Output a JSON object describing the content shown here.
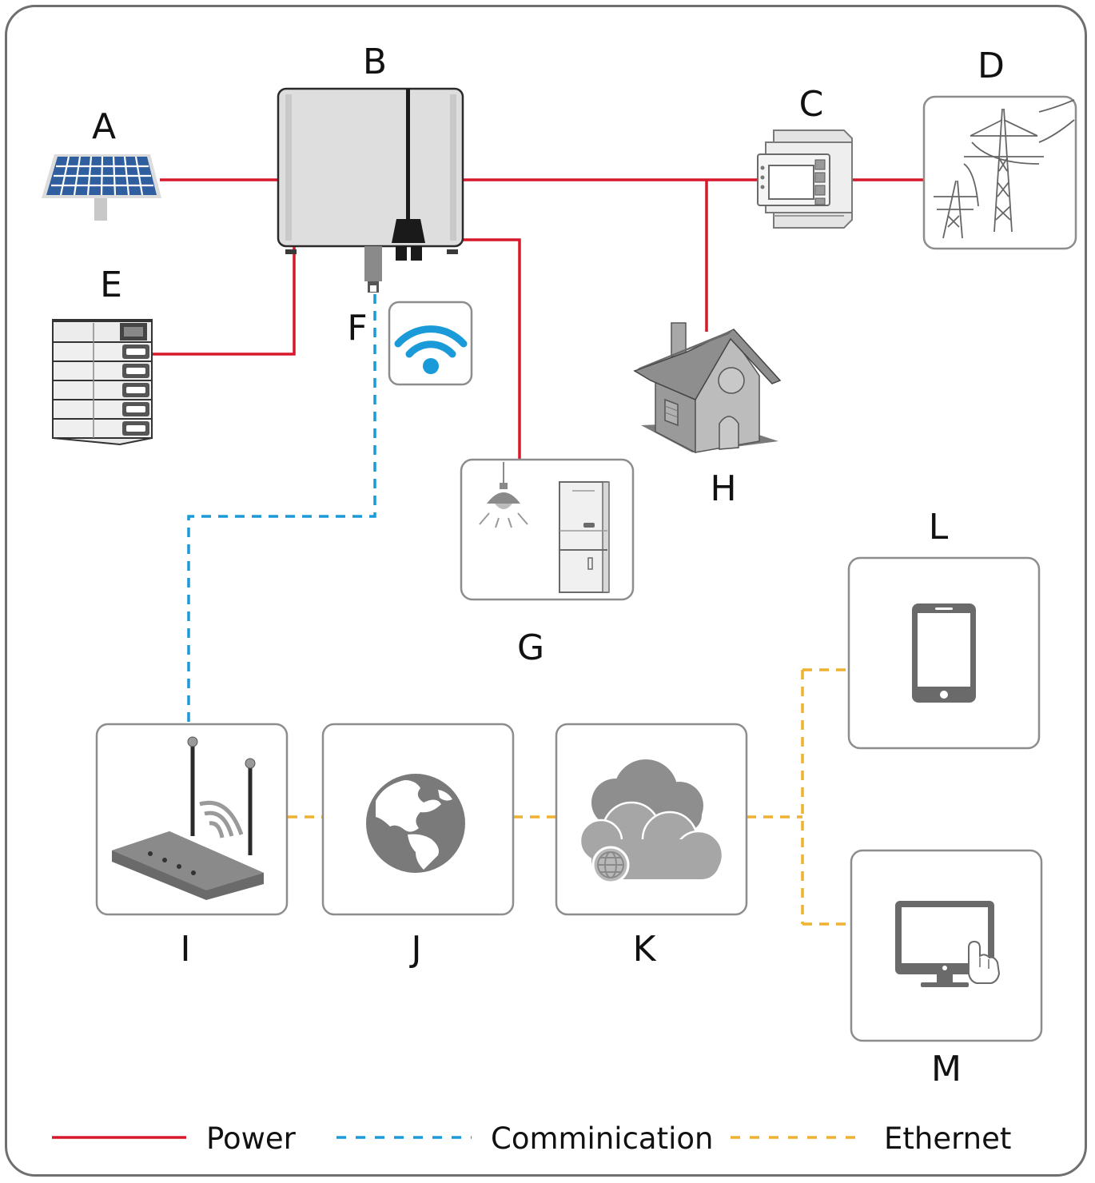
{
  "labels": {
    "A": "A",
    "B": "B",
    "C": "C",
    "D": "D",
    "E": "E",
    "F": "F",
    "G": "G",
    "H": "H",
    "I": "I",
    "J": "J",
    "K": "K",
    "L": "L",
    "M": "M"
  },
  "legend": {
    "power": "Power",
    "communication": "Comminication",
    "ethernet": "Ethernet"
  },
  "colors": {
    "power": "#d7182a",
    "communication": "#1a9ad9",
    "ethernet": "#f0b030",
    "device_gray": "#8a8a8a",
    "wifi_blue": "#1a9ad9",
    "solar_blue": "#2f5f9e"
  },
  "icons": {
    "A": "solar-panel-icon",
    "B": "inverter-icon",
    "C": "energy-meter-icon",
    "D": "power-grid-icon",
    "E": "battery-stack-icon",
    "F": "wifi-dongle-icon",
    "G": "household-loads-icon",
    "H": "house-icon",
    "I": "router-icon",
    "J": "globe-icon",
    "K": "cloud-icon",
    "L": "smartphone-icon",
    "M": "monitor-touch-icon"
  }
}
